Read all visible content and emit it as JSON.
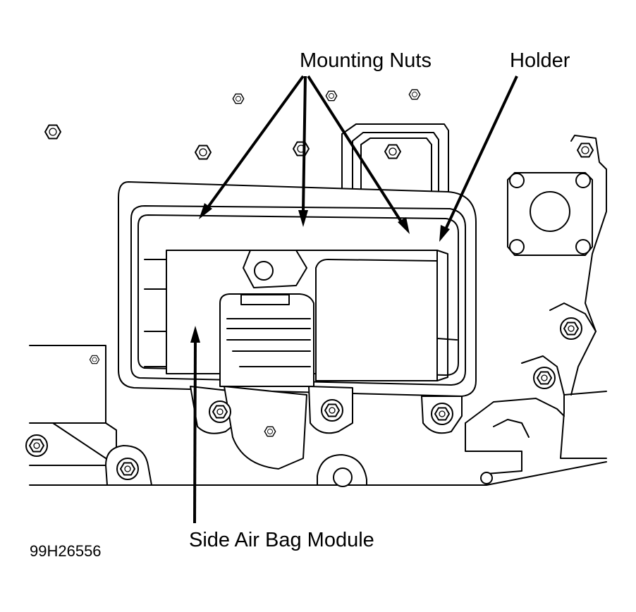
{
  "labels": {
    "mounting_nuts": "Mounting Nuts",
    "holder": "Holder",
    "side_air_bag_module": "Side Air Bag Module",
    "figure_code": "99H26556"
  },
  "colors": {
    "line": "#000000",
    "background": "#ffffff"
  }
}
